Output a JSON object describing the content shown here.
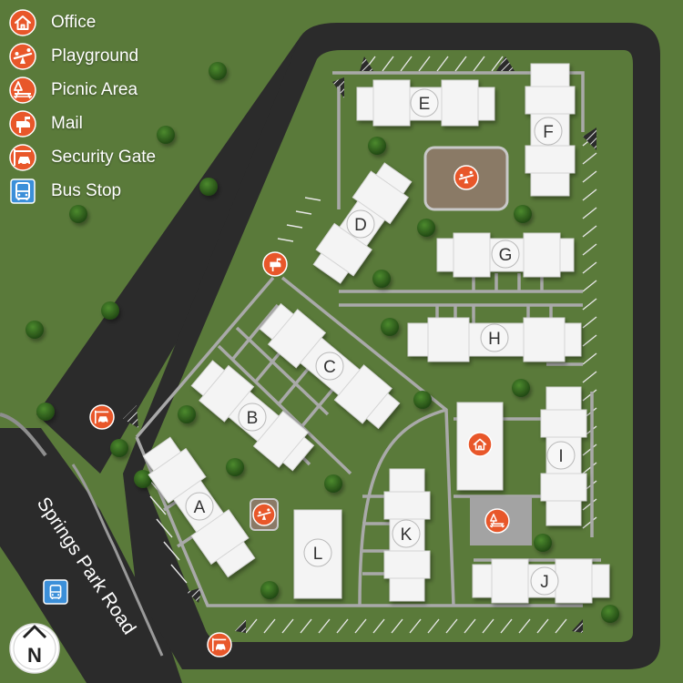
{
  "legend": {
    "items": [
      {
        "label": "Office",
        "icon": "house-icon"
      },
      {
        "label": "Playground",
        "icon": "seesaw-icon"
      },
      {
        "label": "Picnic Area",
        "icon": "picnic-table-icon"
      },
      {
        "label": "Mail",
        "icon": "mailbox-icon"
      },
      {
        "label": "Security Gate",
        "icon": "gate-car-icon"
      },
      {
        "label": "Bus Stop",
        "icon": "bus-icon"
      }
    ]
  },
  "buildings": [
    "A",
    "B",
    "C",
    "D",
    "E",
    "F",
    "G",
    "H",
    "I",
    "J",
    "K",
    "L"
  ],
  "road": {
    "name": "Springs Park Road"
  },
  "compass": {
    "letter": "N"
  },
  "colors": {
    "grass": "#5a7a3a",
    "asphalt": "#2b2b2b",
    "path": "#a9a9a9",
    "building": "#f4f4f4",
    "amenity": "#e8572a",
    "bus": "#3b8fd9",
    "tree": "#2f5a1e"
  }
}
